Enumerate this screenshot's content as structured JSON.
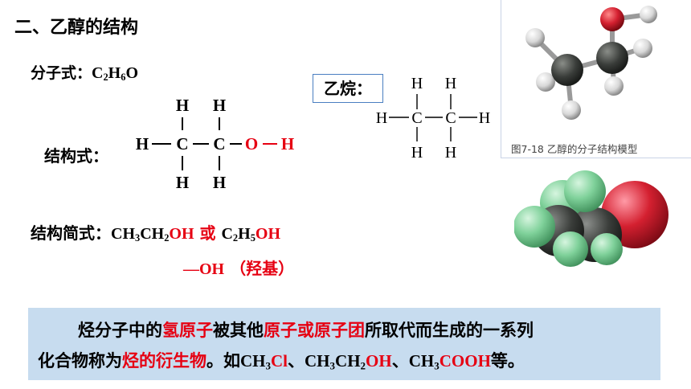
{
  "section_title": "二、乙醇的结构",
  "molecular_formula": {
    "label": "分子式：",
    "c": "C",
    "c_n": "2",
    "h": "H",
    "h_n": "6",
    "o": "O"
  },
  "structural_formula": {
    "label": "结构式：",
    "top_h1": "H",
    "top_h2": "H",
    "left_h": "H",
    "bond": "—",
    "c": "C",
    "o": "O",
    "right_h": "H",
    "bottom_h1": "H",
    "bottom_h2": "H",
    "accent_color": "#e60012"
  },
  "ethane": {
    "label": "乙烷：",
    "top_h1": "H",
    "top_h2": "H",
    "left_h": "H",
    "bond": "—",
    "c": "C",
    "right_h": "H",
    "bottom_h1": "H",
    "bottom_h2": "H"
  },
  "simplified_formula": {
    "label": "结构简式：",
    "f1_a": "CH",
    "f1_a_n": "3",
    "f1_b": "CH",
    "f1_b_n": "2",
    "f1_oh": "OH",
    "or": "或",
    "f2_c": "C",
    "f2_c_n": "2",
    "f2_h": "H",
    "f2_h_n": "5",
    "f2_oh": "OH"
  },
  "hydroxyl": {
    "group": "—OH",
    "name": "（羟基）"
  },
  "figure": {
    "caption": "图7-18   乙醇的分子结构模型",
    "model_colors": {
      "carbon": "#3a3d3a",
      "oxygen": "#d42030",
      "hydrogen": "#d8d8d8",
      "space_fill_hydrogen": "#7fd19a"
    }
  },
  "definition": {
    "line1_a": "烃分子中的",
    "line1_b": "氢原子",
    "line1_c": "被其他",
    "line1_d": "原子或原子团",
    "line1_e": "所取代而生成的一系列",
    "line2_a": "化合物称为",
    "line2_b": "烃的衍生物",
    "line2_c": "。如",
    "ex1_a": "CH",
    "ex1_n": "3",
    "ex1_b": "Cl",
    "sep": "、",
    "ex2_a": "CH",
    "ex2_n1": "3",
    "ex2_b": "CH",
    "ex2_n2": "2",
    "ex2_c": "OH",
    "ex3_a": "CH",
    "ex3_n": "3",
    "ex3_b": "COOH",
    "end": "等。"
  }
}
